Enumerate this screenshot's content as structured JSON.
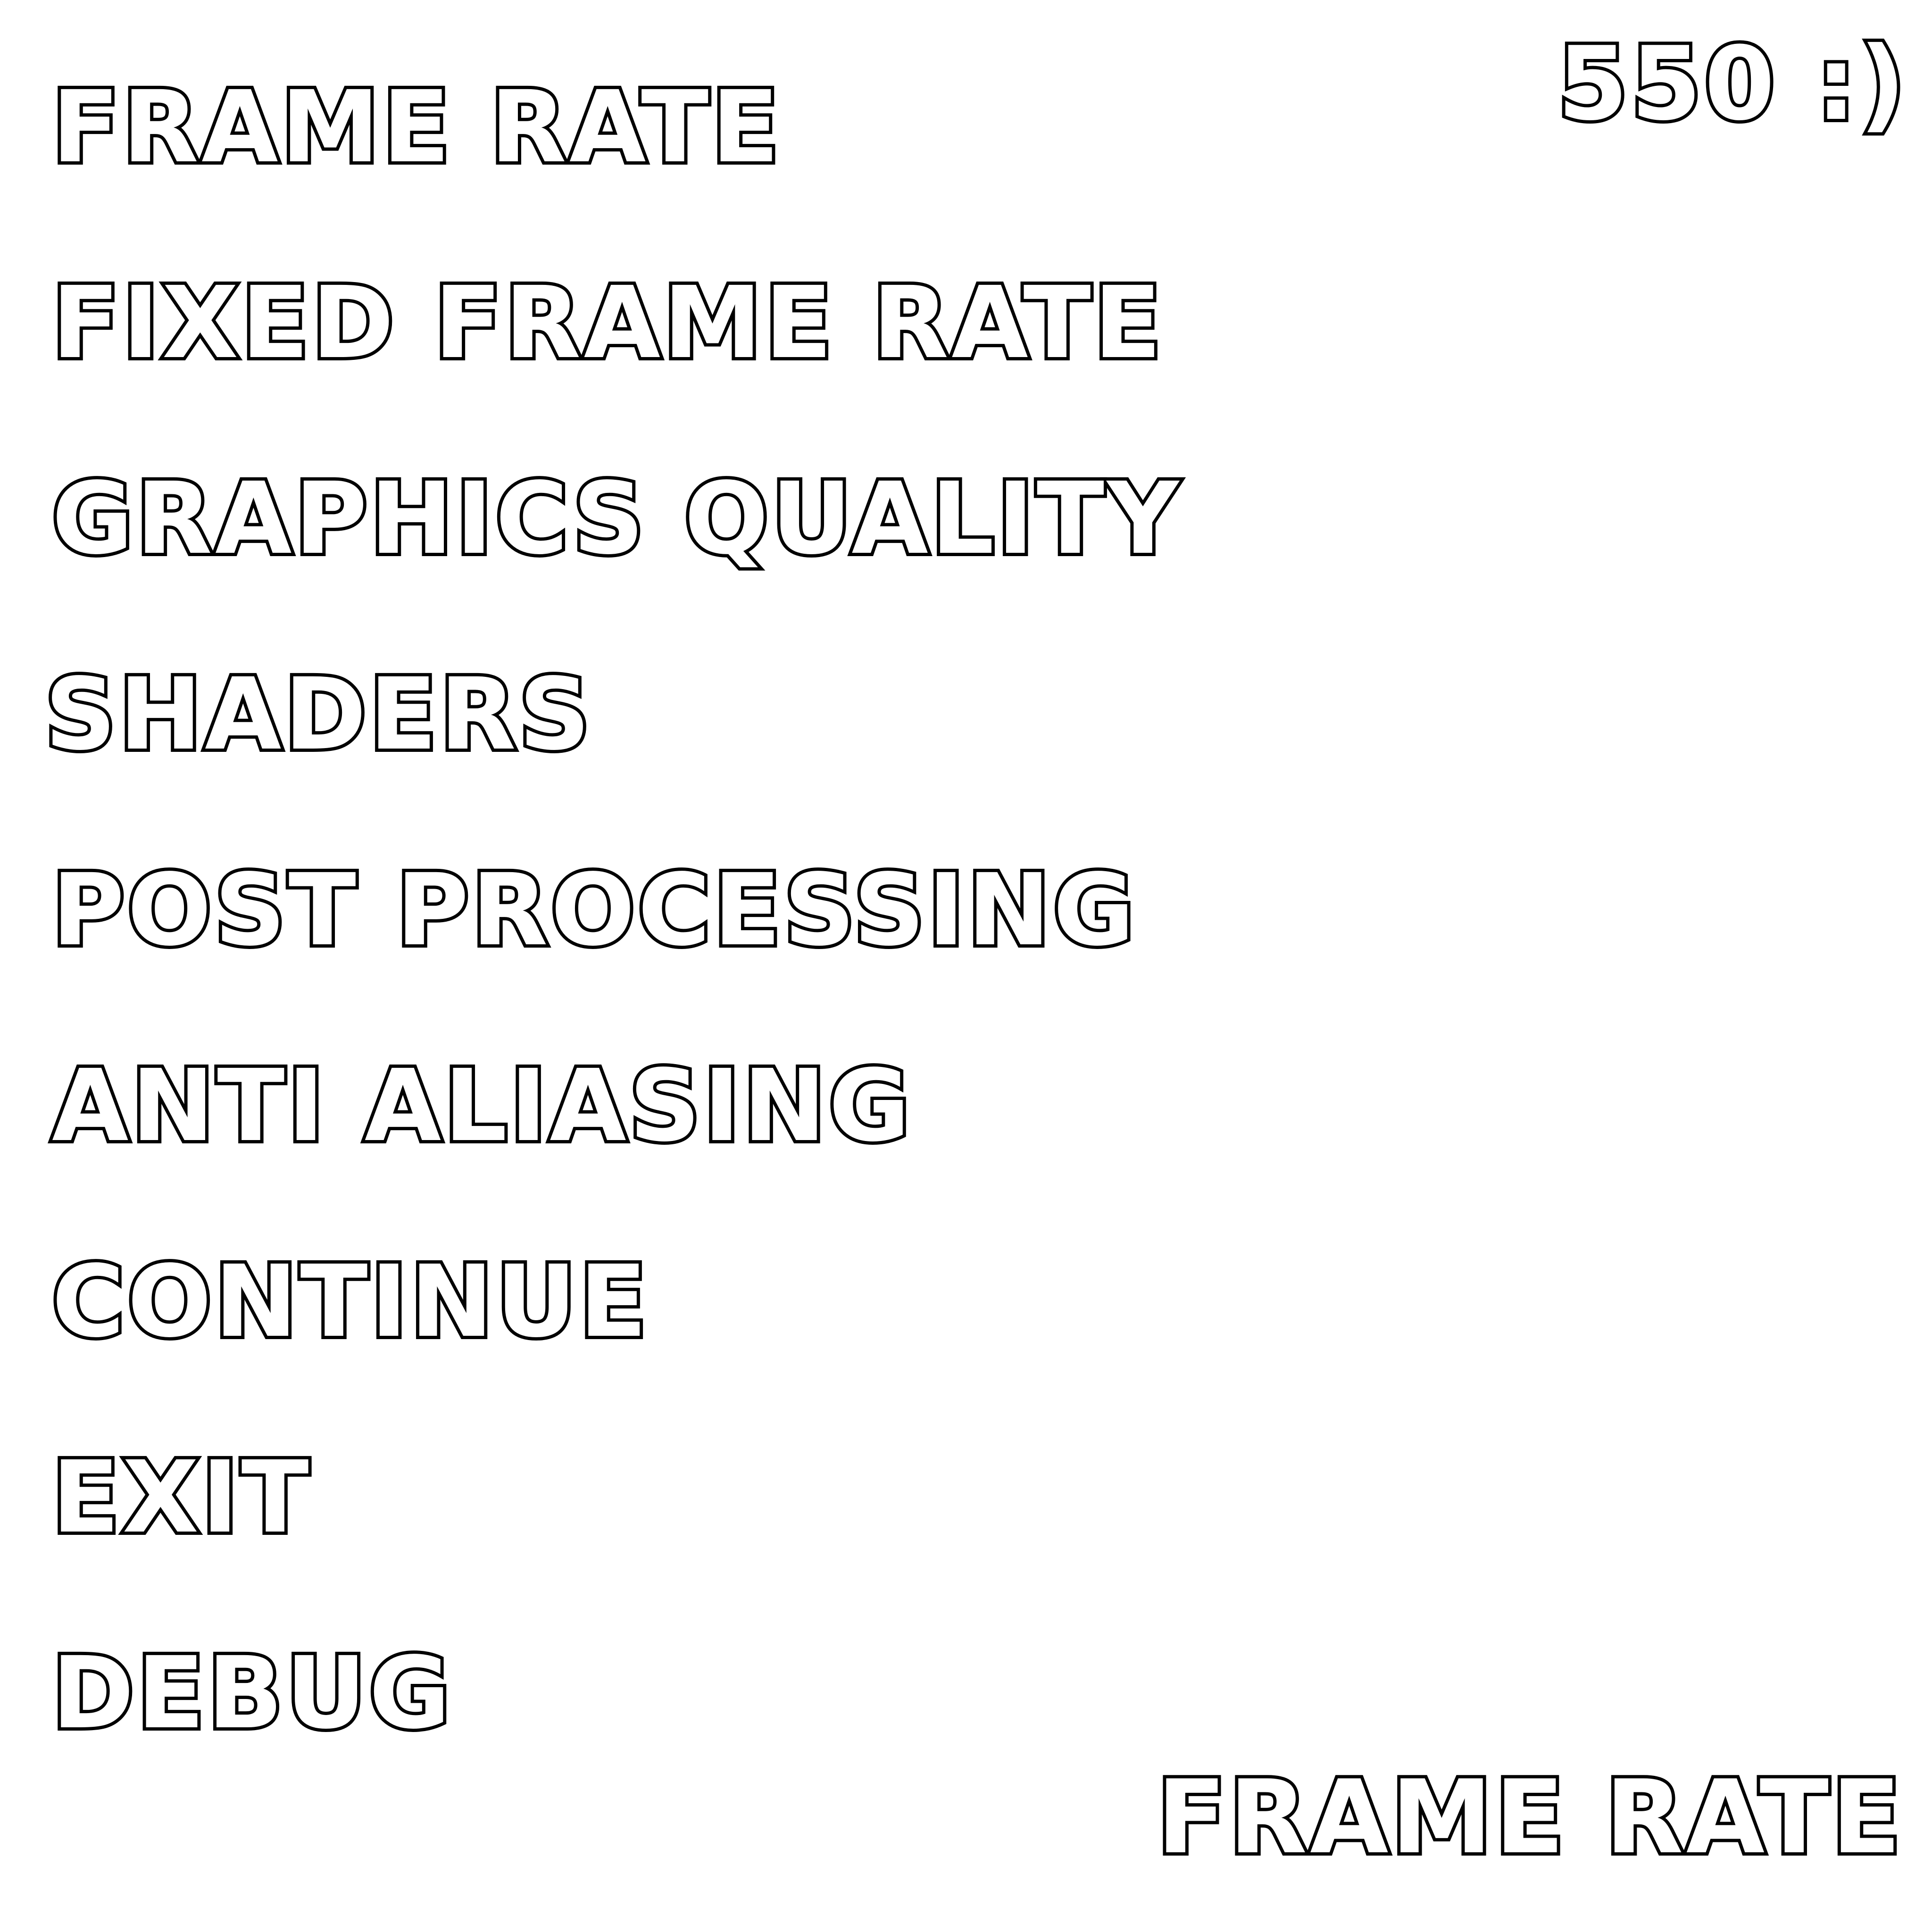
{
  "menu": {
    "items": [
      {
        "label": "FRAME RATE"
      },
      {
        "label": "FIXED FRAME RATE"
      },
      {
        "label": "GRAPHICS QUALITY"
      },
      {
        "label": "SHADERS"
      },
      {
        "label": "POST PROCESSING"
      },
      {
        "label": "ANTI ALIASING"
      },
      {
        "label": "CONTINUE"
      },
      {
        "label": "EXIT"
      },
      {
        "label": "DEBUG"
      }
    ]
  },
  "hud": {
    "fps_readout": "550 :)",
    "selected_option": "FRAME RATE"
  },
  "colors": {
    "background": "#ffffff",
    "text_fill": "#ffffff",
    "text_outline": "#000000"
  }
}
